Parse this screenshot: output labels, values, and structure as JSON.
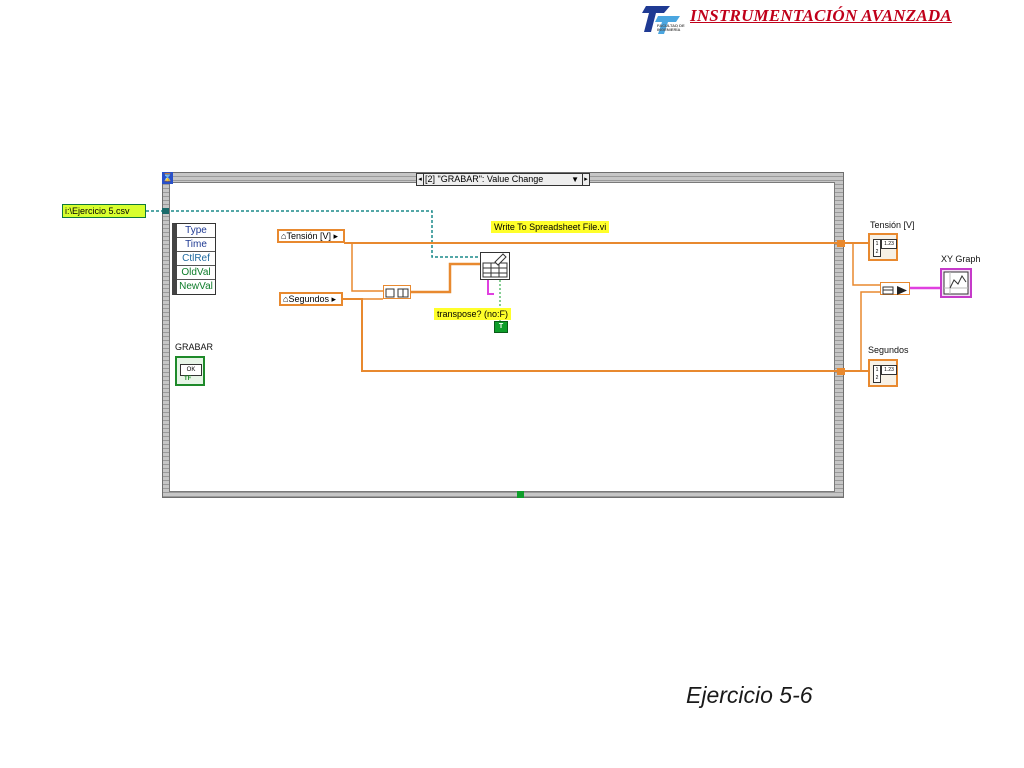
{
  "header": {
    "title": "INSTRUMENTACIÓN AVANZADA",
    "logo_text": "FACULTAD DE INGENIERÍA"
  },
  "diagram": {
    "event_selector": "[2] \"GRABAR\": Value Change",
    "file_path_constant": "i:\\Ejercicio 5.csv",
    "event_data_node": [
      "Type",
      "Time",
      "CtlRef",
      "OldVal",
      "NewVal"
    ],
    "local_tension": "Tensión [V]",
    "local_segundos": "Segundos",
    "subvi_label": "Write To Spreadsheet File.vi",
    "transpose_label": "transpose? (no:F)",
    "bool_constant": "T",
    "grabar_label": "GRABAR",
    "grabar_button_text": "OK",
    "grabar_terminal_type": "TF",
    "ind_tension_label": "Tensión [V]",
    "ind_segundos_label": "Segundos",
    "xy_graph_label": "XY Graph",
    "array_ind_text": "1.23"
  },
  "caption": "Ejercicio  5-6",
  "colors": {
    "title_red": "#c0001a",
    "wire_orange": "#e8892f",
    "wire_path_teal": "#1a8a8a",
    "wire_pink": "#e040e0",
    "constant_yellow": "#ffff2a",
    "path_green": "#d8ff2e"
  }
}
